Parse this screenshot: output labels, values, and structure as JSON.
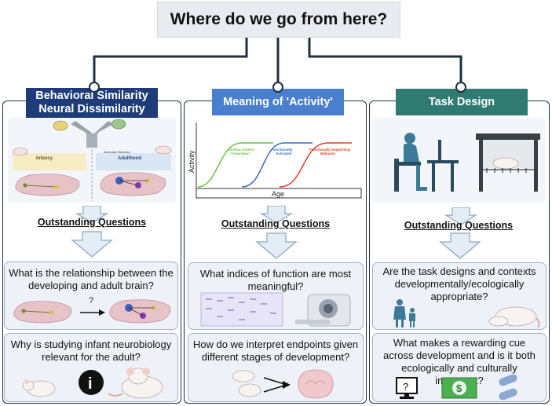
{
  "title": "Where do we go from here?",
  "colors": {
    "col1_header": "#1e3c78",
    "col2_header": "#4a7fcf",
    "col3_header": "#2f7b72",
    "connector": "#1f2f3f",
    "arrow_fill": "#e4ecf6",
    "arrow_stroke": "#9fb3c9"
  },
  "columns": [
    {
      "header_line1": "Behavioral Similarity",
      "header_line2": "Neural Dissimilarity",
      "figure": {
        "infancy_label": "Infancy",
        "adulthood_label": "Adulthood",
        "approach_label": "Approach Behavior"
      },
      "outstanding": "Outstanding Questions",
      "questions": [
        {
          "text": "What is the relationship between the developing and adult brain?",
          "mark": "?"
        },
        {
          "text": "Why is studying infant neurobiology relevant for the adult?",
          "info_icon": "i"
        }
      ]
    },
    {
      "header": "Meaning of 'Activity'",
      "chart_labels": {
        "y_axis": "Activity",
        "x_axis": "Age",
        "curves": [
          {
            "line1": "Intrinsic Pattern",
            "line2": "Generation",
            "color": "#6cc04a"
          },
          {
            "line1": "Functionally",
            "line2": "Activated",
            "color": "#3a6fbf"
          },
          {
            "line1": "Functionally Supporting",
            "line2": "Behavior",
            "color": "#e0402a"
          }
        ]
      },
      "outstanding": "Outstanding Questions",
      "questions": [
        {
          "text": "What indices of function are most meaningful?"
        },
        {
          "text": "How do we interpret endpoints given different stages of development?"
        }
      ]
    },
    {
      "header": "Task Design",
      "outstanding": "Outstanding Questions",
      "questions": [
        {
          "text": "Are the task designs and contexts developmentally/ecologically appropriate?"
        },
        {
          "text": "What makes a rewarding cue across development and is it both ecologically and culturally important?",
          "monitor_mark": "?",
          "money_mark": "$"
        }
      ]
    }
  ]
}
